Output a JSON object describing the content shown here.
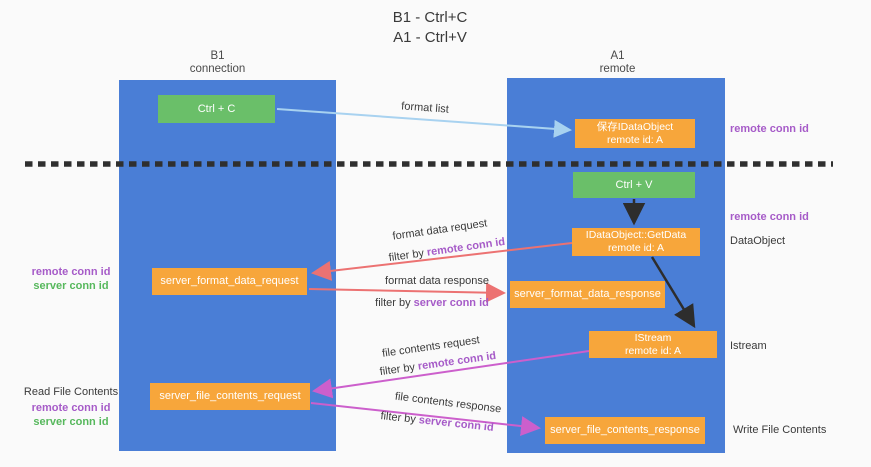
{
  "title": {
    "line1": "B1 - Ctrl+C",
    "line2": "A1 - Ctrl+V"
  },
  "lanes": {
    "left": {
      "name": "B1",
      "role": "connection"
    },
    "right": {
      "name": "A1",
      "role": "remote"
    }
  },
  "nodes": {
    "ctrl_c": {
      "label": "Ctrl + C"
    },
    "ctrl_v": {
      "label": "Ctrl + V"
    },
    "save_idataobject": {
      "line1": "保存IDataObject",
      "line2": "remote id: A"
    },
    "idataobject_getdata": {
      "line1": "IDataObject::GetData",
      "line2": "remote id: A"
    },
    "istream": {
      "line1": "IStream",
      "line2": "remote id: A"
    },
    "server_format_data_request": {
      "label": "server_format_data_request"
    },
    "server_format_data_response": {
      "label": "server_format_data_response"
    },
    "server_file_contents_request": {
      "label": "server_file_contents_request"
    },
    "server_file_contents_response": {
      "label": "server_file_contents_response"
    }
  },
  "side_labels": {
    "right_remote_conn_id_top": "remote conn id",
    "right_remote_conn_id_mid": "remote conn id",
    "right_dataobject": "DataObject",
    "right_istream": "Istream",
    "right_write_file_contents": "Write File Contents",
    "left_remote_conn_id_mid": "remote conn id",
    "left_server_conn_id_mid": "server conn id",
    "left_read_file_contents": "Read File Contents",
    "left_remote_conn_id_bottom": "remote conn id",
    "left_server_conn_id_bottom": "server conn id"
  },
  "flow_labels": {
    "format_list": "format list",
    "format_data_request": "format data request",
    "format_data_request_filter": {
      "prefix": "filter by ",
      "key": "remote conn id"
    },
    "format_data_response": "format data response",
    "format_data_response_filter": {
      "prefix": "filter by ",
      "key": "server conn id"
    },
    "file_contents_request": "file contents request",
    "file_contents_request_filter": {
      "prefix": "filter by ",
      "key": "remote conn id"
    },
    "file_contents_response": "file contents response",
    "file_contents_response_filter": {
      "prefix": "filter by ",
      "key": "server conn id"
    }
  },
  "colors": {
    "background": "#fafafa",
    "lane_blue": "#4a7ed6",
    "node_green": "#6abf69",
    "node_orange": "#f7a63b",
    "accent_purple": "#a65bc8",
    "accent_green": "#56b85c",
    "arrow_red": "#ec7272",
    "arrow_magenta": "#cc5fcc",
    "arrow_light_blue": "#a8d2f0",
    "arrow_black": "#2d2d2d",
    "dash_line": "#2f2f2f"
  }
}
